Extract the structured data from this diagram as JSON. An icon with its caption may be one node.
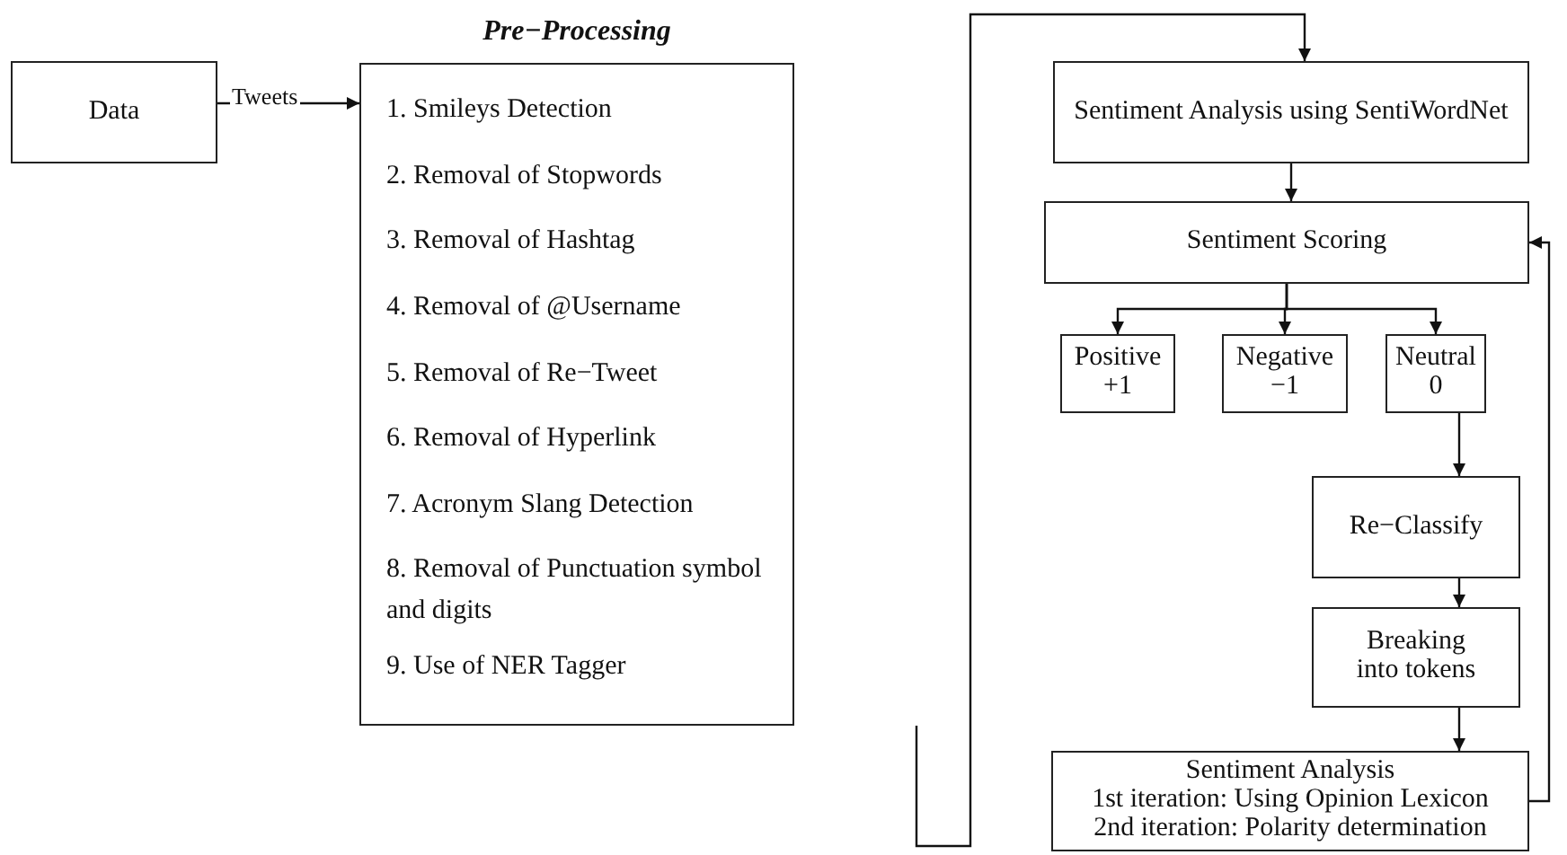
{
  "diagram": {
    "nodes": [
      {
        "text": [
          "Data"
        ]
      },
      {
        "text": [
          "Pre−Processing",
          "1. Smileys Detection",
          "2. Removal of Stopwords",
          "3. Removal of Hashtag",
          "4. Removal of @Username",
          "5. Removal of Re−Tweet",
          "6. Removal of Hyperlink",
          "7. Acronym Slang Detection",
          "8. Removal of Punctuation symbol and digits",
          "9. Use of NER Tagger"
        ]
      },
      {
        "text": [
          "Sentiment Analysis using SentiWordNet"
        ]
      },
      {
        "text": [
          "Sentiment Scoring"
        ]
      },
      {
        "text": [
          "Positive +1"
        ]
      },
      {
        "text": [
          "Negative −1"
        ]
      },
      {
        "text": [
          "Neutral 0"
        ]
      },
      {
        "text": [
          "Re−Classify"
        ]
      },
      {
        "text": [
          "Breaking into tokens"
        ]
      },
      {
        "text": [
          "Sentiment Analysis",
          "1st iteration: Using Opinion Lexicon",
          "2nd iteration: Polarity determination"
        ]
      }
    ],
    "edges": [
      {
        "from": 0,
        "to": 1,
        "arrow": "to",
        "label": "Tweets"
      },
      {
        "from": 1,
        "to": 2,
        "arrow": "to"
      },
      {
        "from": 2,
        "to": 3,
        "arrow": "to"
      },
      {
        "from": 3,
        "to": 4,
        "arrow": "to"
      },
      {
        "from": 3,
        "to": 5,
        "arrow": "to"
      },
      {
        "from": 3,
        "to": 6,
        "arrow": "to"
      },
      {
        "from": 6,
        "to": 7,
        "arrow": "to"
      },
      {
        "from": 7,
        "to": 8,
        "arrow": "to"
      },
      {
        "from": 8,
        "to": 9,
        "arrow": "to"
      },
      {
        "from": 9,
        "to": 3,
        "arrow": "to"
      }
    ]
  }
}
